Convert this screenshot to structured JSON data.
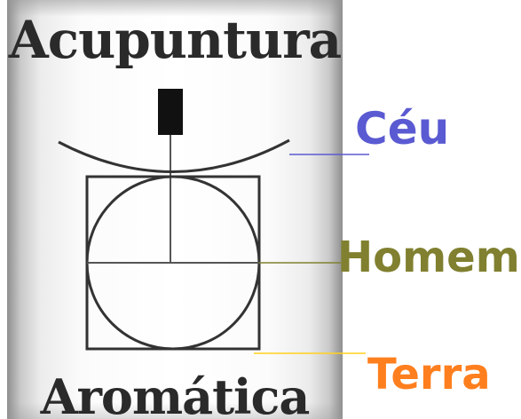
{
  "title_top": "Acupuntura",
  "title_bottom": "Aromática",
  "labels": {
    "ceu": "Céu",
    "homem": "Homem",
    "terra": "Terra"
  },
  "colors": {
    "ceu": "#5a5ad2",
    "homem": "#808030",
    "terra": "#ff7f1e",
    "terra_line": "#ffd21e",
    "drawing": "#2a2a2a"
  }
}
